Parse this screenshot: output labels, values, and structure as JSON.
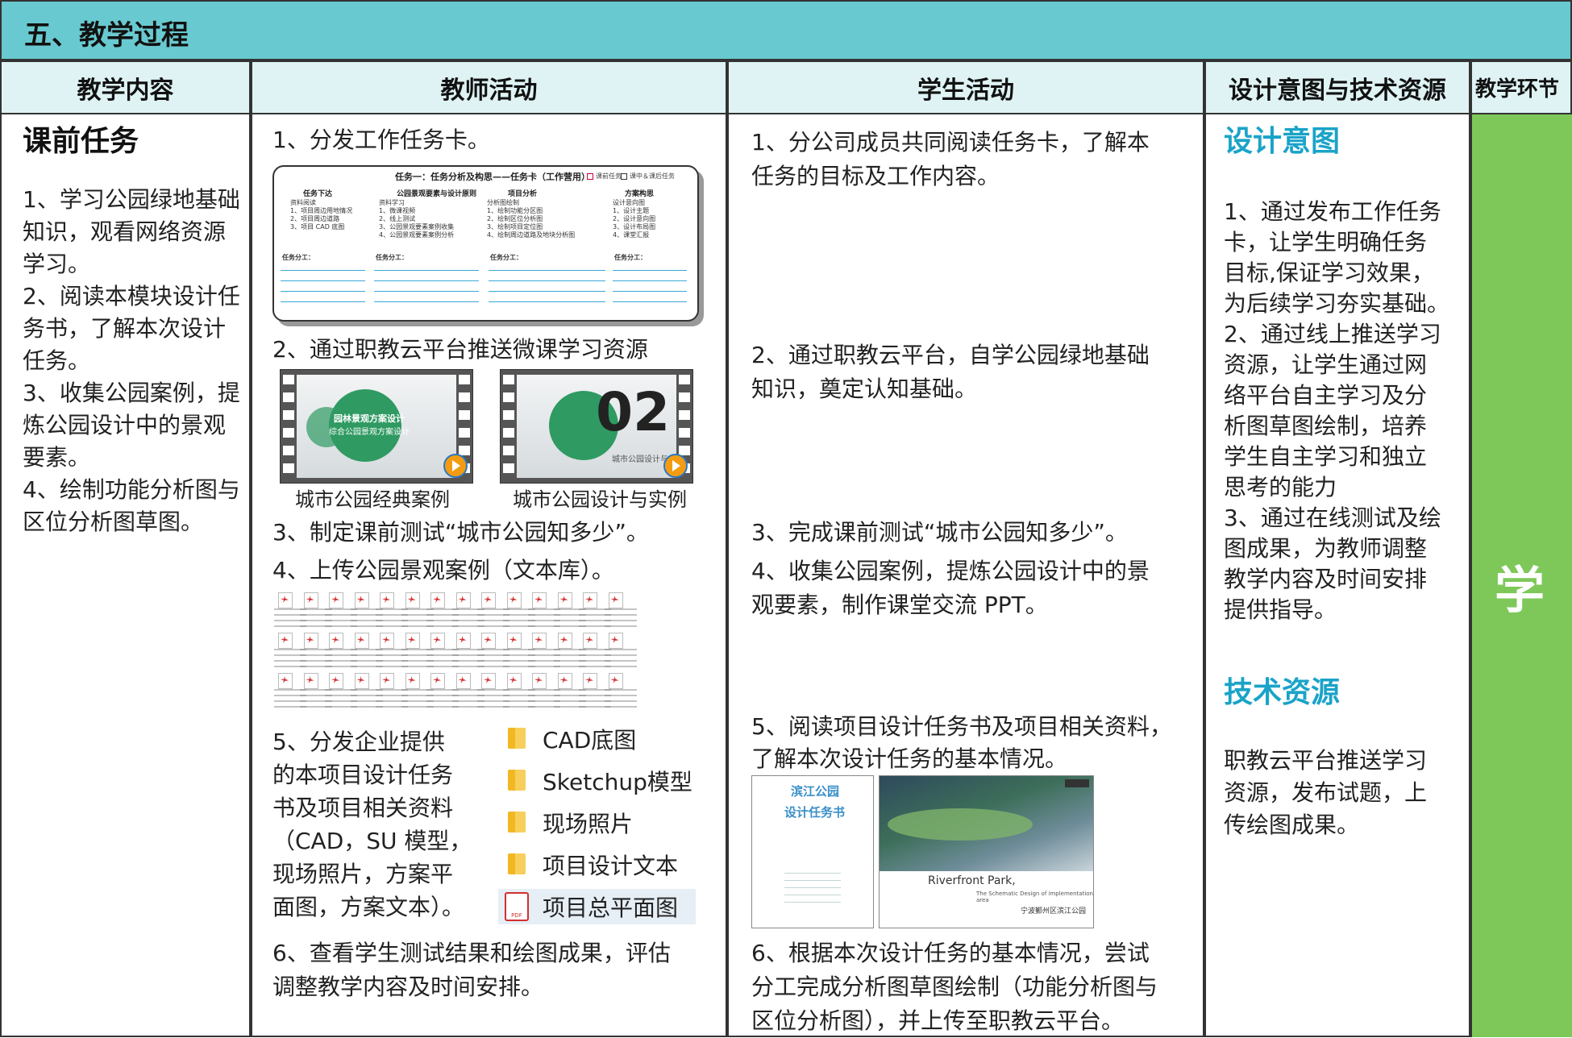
{
  "section_title": "五、教学过程",
  "headers": [
    "教学内容",
    "教师活动",
    "学生活动",
    "设计意图与技术资源",
    "教学环节"
  ],
  "col1": {
    "title": "课前任务",
    "items": [
      "1、学习公园绿地基础知识，观看网络资源学习。",
      "2、阅读本模块设计任务书，了解本次设计任务。",
      "3、收集公园案例，提炼公园设计中的景观要素。",
      "4、绘制功能分析图与区位分析图草图。"
    ]
  },
  "teacher": {
    "t1": "1、分发工作任务卡。",
    "card": {
      "title": "任务一：任务分析及构思——任务卡（工作营用）",
      "tag1": "课前任务",
      "tag2": "课中＆课后任务",
      "columns": [
        {
          "head": "任务下达",
          "lines": [
            "资料阅读",
            "1、项目周边用地情况",
            "2、项目周边道路",
            "3、项目 CAD 底图"
          ]
        },
        {
          "head": "公园景观要素与设计原则",
          "lines": [
            "资料学习",
            "1、微课视频",
            "2、线上测试",
            "3、公园景观要素案例收集",
            "4、公园景观要素案例分析"
          ]
        },
        {
          "head": "项目分析",
          "lines": [
            "分析图绘制",
            "1、绘制功能分区图",
            "2、绘制区位分析图",
            "3、绘制项目定位图",
            "4、绘制周边道路及地块分析图"
          ]
        },
        {
          "head": "方案构思",
          "lines": [
            "设计意向图",
            "1、设计主题",
            "2、设计意向图",
            "3、设计布局图",
            "4、课堂汇报"
          ]
        }
      ],
      "assign_label": "任务分工："
    },
    "t2": "2、通过职教云平台推送微课学习资源",
    "video1": {
      "caption": "城市公园经典案例",
      "screen_text1": "园林景观方案设计",
      "screen_text2": "综合公园景观方案设计"
    },
    "video2": {
      "caption": "城市公园设计与实例",
      "num": "02",
      "screen_text": "城市公园设计与"
    },
    "t3": "3、制定课前测试“城市公园知多少”。",
    "t4": "4、上传公园景观案例（文本库）。",
    "t5_lines": [
      "5、分发企业提供",
      "的本项目设计任务",
      "书及项目相关资料",
      "（CAD，SU 模型，",
      "现场照片，方案平",
      "面图，方案文本）。"
    ],
    "files": [
      "CAD底图",
      "Sketchup模型",
      "现场照片",
      "项目设计文本",
      "项目总平面图"
    ],
    "t6_lines": [
      "6、查看学生测试结果和绘图成果，评估",
      "调整教学内容及时间安排。"
    ]
  },
  "student": {
    "s1_lines": [
      "1、分公司成员共同阅读任务卡，了解本",
      "任务的目标及工作内容。"
    ],
    "s2_lines": [
      "2、通过职教云平台，自学公园绿地基础",
      "知识，奠定认知基础。"
    ],
    "s3": "3、完成课前测试“城市公园知多少”。",
    "s4_lines": [
      "4、收集公园案例，提炼公园设计中的景",
      "观要素，制作课堂交流 PPT。"
    ],
    "s5_lines": [
      "5、阅读项目设计任务书及项目相关资料，",
      "了解本次设计任务的基本情况。"
    ],
    "doc1": {
      "title1": "滨江公园",
      "title2": "设计任务书"
    },
    "doc2": {
      "title": "Riverfront Park,",
      "sub": "The Schematic Design of implementation area",
      "cn": "宁波鄞州区滨江公园"
    },
    "s6_lines": [
      "6、根据本次设计任务的基本情况，尝试",
      "分工完成分析图草图绘制（功能分析图与",
      "区位分析图），并上传至职教云平台。"
    ]
  },
  "design": {
    "h1": "设计意图",
    "p1_lines": [
      "1、通过发布工作任务",
      "卡，让学生明确任务",
      "目标,保证学习效果，",
      "为后续学习夯实基础。",
      "2、通过线上推送学习",
      "资源，让学生通过网",
      "络平台自主学习及分",
      "析图草图绘制，培养",
      "学生自主学习和独立",
      "思考的能力",
      "3、通过在线测试及绘",
      "图成果，为教师调整",
      "教学内容及时间安排",
      "提供指导。"
    ],
    "h2": "技术资源",
    "p2_lines": [
      "职教云平台推送学习",
      "资源，发布试题，上",
      "传绘图成果。"
    ]
  },
  "stage": "学",
  "colors": {
    "header_bg": "#69c9d0",
    "subheader_bg": "#dff3f4",
    "accent": "#1aa3c8",
    "stage_green": "#7ec85a"
  }
}
